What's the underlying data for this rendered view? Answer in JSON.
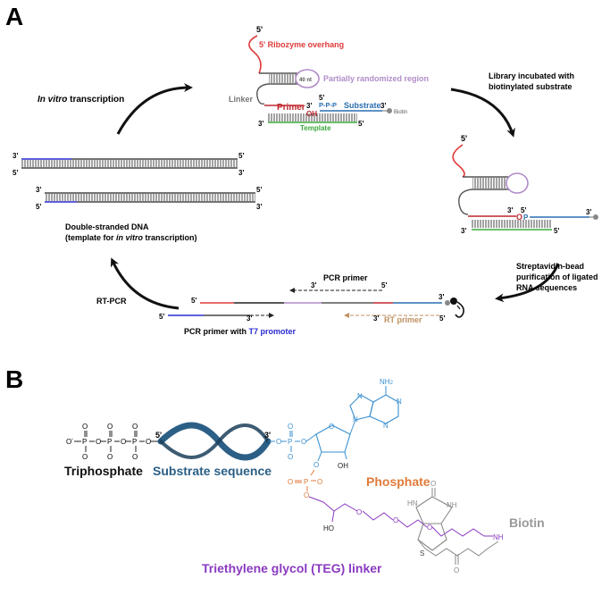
{
  "panel_a": {
    "letter": "A",
    "ivt_label_italic": "In vitro",
    "ivt_label_rest": " transcription",
    "five_prime": "5'",
    "three_prime": "3'",
    "ribozyme_overhang": "5' Ribozyme overhang",
    "nt40": "40 nt",
    "randomized": "Partially randomized region",
    "linker": "Linker",
    "primer": "Primer",
    "oh": "OH",
    "ppp": "P-P-P",
    "substrate": "Substrate",
    "biotin_small": "Biotin",
    "template": "Template",
    "library_line1": "Library incubated with",
    "library_line2": "biotinylated substrate",
    "ligated_o": "O",
    "ligated_p": "P",
    "dsdna_line1": "Double-stranded DNA",
    "dsdna_line2_pre": "(template for ",
    "dsdna_line2_italic": "in vitro",
    "dsdna_line2_post": " transcription)",
    "strep_line1": "Streptavidin-bead",
    "strep_line2": "purification of ligated",
    "strep_line3": "RNA sequences",
    "rtpcr": "RT-PCR",
    "pcr_primer": "PCR primer",
    "rt_primer": "RT primer",
    "pcr_t7_pre": "PCR primer with ",
    "pcr_t7_blue": "T7 promoter"
  },
  "panel_b": {
    "letter": "B",
    "triphosphate": "Triphosphate",
    "substrate_sequence": "Substrate sequence",
    "phosphate": "Phosphate",
    "teg_linker": "Triethylene glycol (TEG) linker",
    "biotin": "Biotin",
    "atom_p": "P",
    "atom_o": "O",
    "atom_om": "O",
    "atom_oh": "OH",
    "atom_ho": "HO",
    "atom_n": "N",
    "atom_nh": "NH",
    "atom_hn": "HN",
    "atom_s": "S",
    "atom_nh2": "NH",
    "sub2": "2",
    "five_prime": "5'",
    "three_prime": "3'"
  },
  "colors": {
    "ribozyme_red": "#e03a3a",
    "randomized_purple": "#b08cc8",
    "linker_gray": "#777777",
    "primer_red": "#c0272d",
    "substrate_blue": "#2a6fb0",
    "template_green": "#3aa83a",
    "t7_blue": "#2a2ad0",
    "rt_tan": "#c09060",
    "substrate_seq": "#2b5f86",
    "phosphate_orange": "#e07a3a",
    "adenosine_blue": "#3a8fd0",
    "teg_purple": "#8a3ac0",
    "biotin_gray": "#999999"
  }
}
